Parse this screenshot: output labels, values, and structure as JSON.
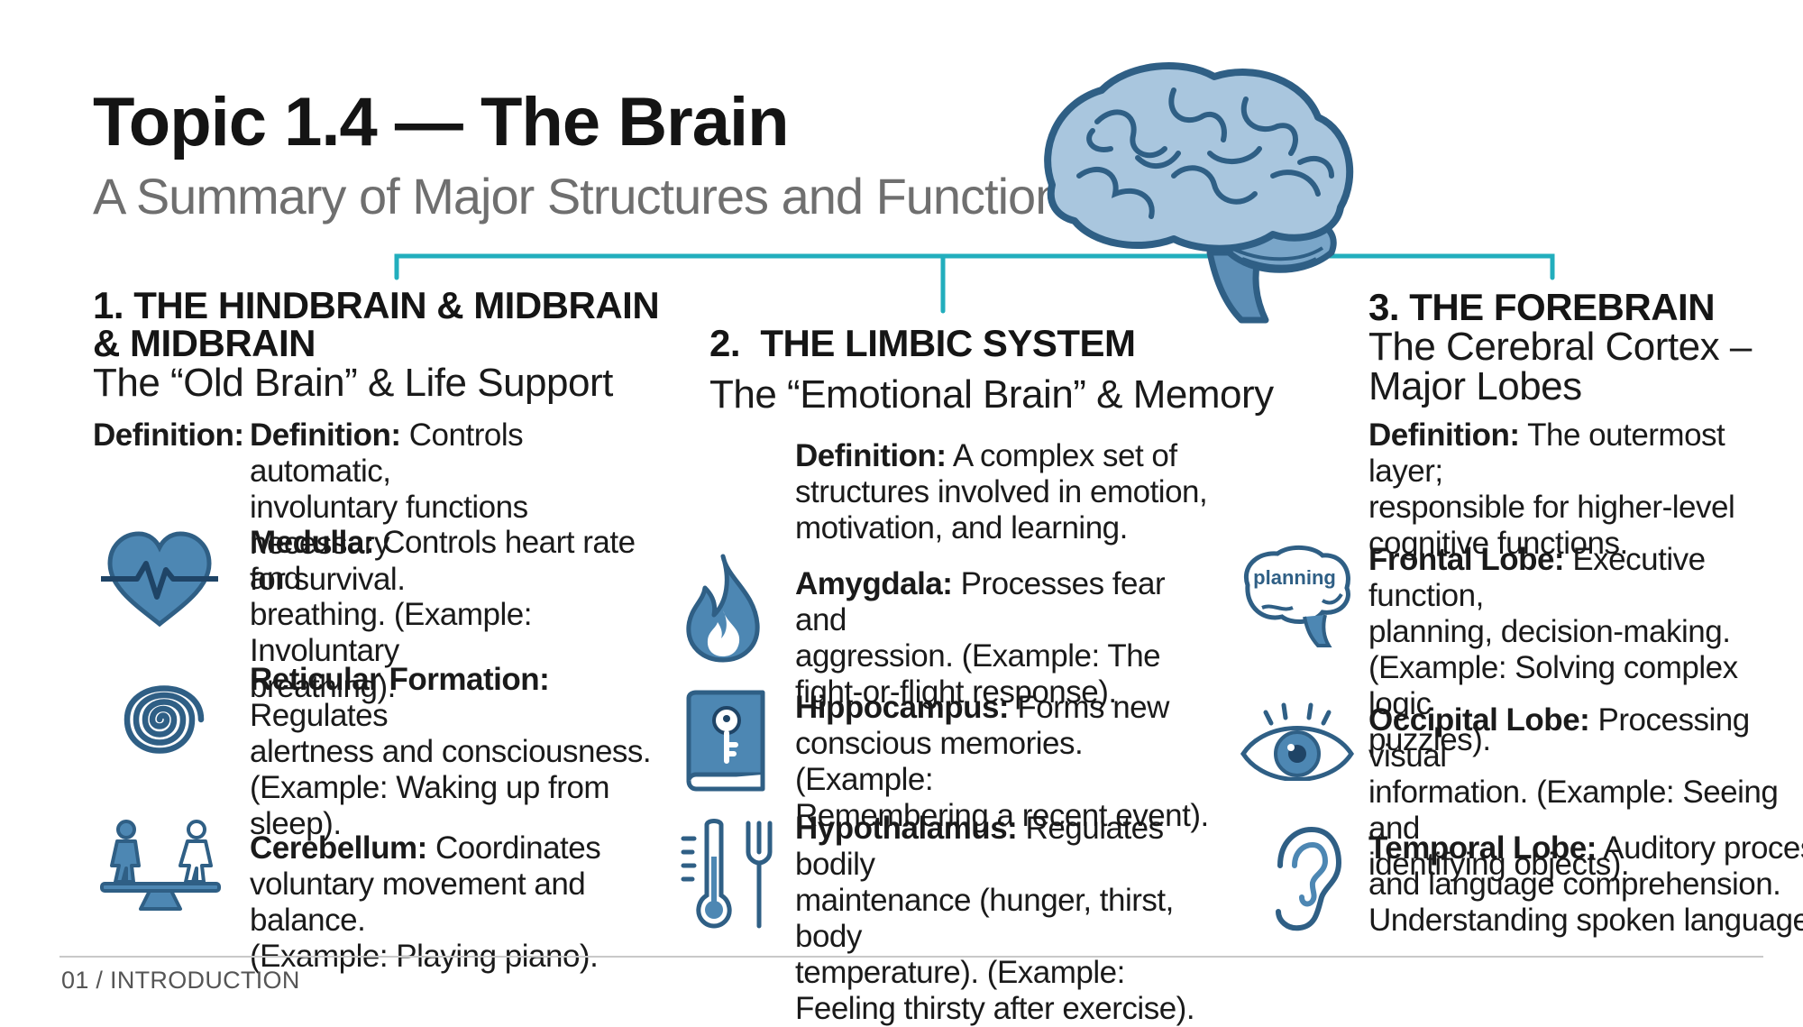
{
  "header": {
    "title": "Topic 1.4 — The Brain",
    "subtitle": "A Summary of Major Structures and Functions"
  },
  "colors": {
    "icon_blue": "#2f5f85",
    "icon_light": "#4d87b3",
    "connector_cyan": "#22aebd",
    "brain_fill": "#9fbfd9"
  },
  "sections": {
    "hindbrain": {
      "title_line1": "1. THE HINDBRAIN & MIDBRAIN",
      "title_line2": "& MIDBRAIN",
      "subtitle": "The “Old Brain” & Life Support",
      "def_label": "Definition:",
      "def_term": "Definition:",
      "def_lines": [
        "Controls automatic,",
        "involuntary functions necessary",
        "for survival."
      ],
      "medulla_term": "Medulla:",
      "medulla_lines": [
        "Controls heart rate and",
        "breathing. (Example: Involuntary",
        "breathing)."
      ],
      "reticular_term": "Reticular Formation:",
      "reticular_lines": [
        "Regulates",
        "alertness and consciousness.",
        "(Example: Waking up from",
        "sleep)."
      ],
      "cerebellum_term": "Cerebellum:",
      "cerebellum_lines": [
        "Coordinates",
        "voluntary movement and balance.",
        "(Example: Playing piano)."
      ]
    },
    "limbic": {
      "title": "2.  THE LIMBIC SYSTEM",
      "subtitle": "The “Emotional Brain” & Memory",
      "def_term": "Definition:",
      "def_lines": [
        "A complex set of",
        "structures involved in emotion,",
        "motivation, and learning."
      ],
      "amygdala_term": "Amygdala:",
      "amygdala_lines": [
        "Processes fear and",
        "aggression. (Example: The",
        "fight-or-flight response)."
      ],
      "hippocampus_term": "Hippocampus:",
      "hippocampus_lines": [
        "Forms new",
        "conscious memories. (Example:",
        "Remembering a recent event)."
      ],
      "hypothalamus_term": "Hypothalamus:",
      "hypothalamus_lines": [
        "Regulates bodily",
        "maintenance (hunger, thirst, body",
        "temperature). (Example:",
        "Feeling thirsty after exercise)."
      ]
    },
    "forebrain": {
      "title": "3. THE FOREBRAIN",
      "subtitle_line1": "The Cerebral Cortex –",
      "subtitle_line2": "Major Lobes",
      "def_term": "Definition:",
      "def_lines": [
        "The outermost layer;",
        "responsible for higher-level",
        "cognitive functions."
      ],
      "planning_icon_label": "planning",
      "frontal_term": "Frontal Lobe:",
      "frontal_lines": [
        "Executive function,",
        "planning, decision-making.",
        "(Example: Solving complex logic",
        "puzzles)."
      ],
      "occipital_term": "Occipital Lobe:",
      "occipital_lines": [
        "Processing visual",
        "information. (Example: Seeing and",
        "identifying objects)."
      ],
      "temporal_term": "Temporal Lobe:",
      "temporal_lines": [
        "Auditory processin",
        "and language comprehension.",
        "Understanding spoken language)."
      ]
    }
  },
  "footer": {
    "label": "01 / INTRODUCTION"
  },
  "icons": [
    "brain-icon",
    "heart-pulse-icon",
    "spiral-icon",
    "seesaw-balance-icon",
    "flame-icon",
    "key-book-icon",
    "thermometer-fork-icon",
    "planning-brain-icon",
    "eye-icon",
    "ear-icon"
  ]
}
